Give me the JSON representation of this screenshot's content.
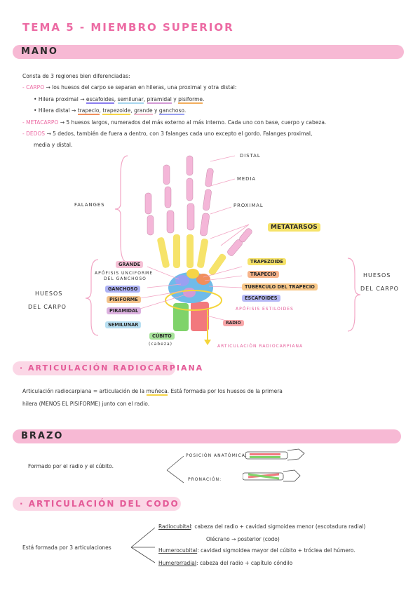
{
  "title": "TEMA 5 - MIEMBRO SUPERIOR",
  "mano": {
    "header": "MANO",
    "intro": "Consta de 3 regiones bien diferenciadas:",
    "carpo_key": "CARPO",
    "carpo_text": "los huesos del carpo se separan en hileras, una proximal y otra distal:",
    "hilera_proximal_key": "Hilera proximal",
    "hilera_proximal_items": [
      "escafoides",
      "semilunar",
      "piramidal",
      "pisiforme"
    ],
    "hilera_distal_key": "Hilera distal",
    "hilera_distal_items": [
      "trapecio",
      "trapezoide",
      "grande",
      "ganchoso"
    ],
    "y": "y",
    "metacarpo_key": "METACARPO",
    "metacarpo_text": "5 huesos largos, numerados del más externo al más interno. Cada uno con base, cuerpo y cabeza.",
    "dedos_key": "DEDOS",
    "dedos_text_1": "5 dedos, también de fuera a dentro, con 3 falanges cada uno excepto el gordo. Falanges proximal,",
    "dedos_text_2": "media y distal."
  },
  "diagram": {
    "distal": "DISTAL",
    "media": "MEDIA",
    "proximal": "PROXIMAL",
    "falanges": "FALANGES",
    "metatarsos": "METATARSOS",
    "huesos_carpo_left_1": "HUESOS",
    "huesos_carpo_left_2": "DEL CARPO",
    "huesos_carpo_right_1": "HUESOS",
    "huesos_carpo_right_2": "DEL CARPO",
    "grande": "GRANDE",
    "apofisis_1": "APÓFISIS UNCIFORME",
    "apofisis_2": "DEL GANCHOSO",
    "ganchoso": "GANCHOSO",
    "pisiforme": "PISIFORME",
    "piramidal": "PIRAMIDAL",
    "semilunar": "SEMILUNAR",
    "cubito": "CÚBITO",
    "cabeza": "(cabeza)",
    "trapezoide": "TRAPEZOIDE",
    "trapecio": "TRAPECIO",
    "tuberculo": "TUBÉRCULO DEL TRAPECIO",
    "escafoides": "ESCAFOIDES",
    "apofisis_estiloides": "APÓFISIS ESTILOIDES",
    "radio": "RADIO",
    "articulacion": "ARTICULACIÓN RADIOCARPIANA"
  },
  "radiocarpiana": {
    "header": "· ARTICULACIÓN RADIOCARPIANA",
    "text_1a": "Articulación radiocarpiana = articulación de la",
    "text_1b": "muñeca",
    "text_1c": ". Está formada por los huesos de la primera",
    "text_2": "hilera (MENOS EL PISIFORME) junto con el radio."
  },
  "brazo": {
    "header": "BRAZO",
    "text": "Formado por el radio y el cúbito.",
    "posicion": "POSICIÓN ANATÓMICA:",
    "pronacion": "PRONACIÓN:"
  },
  "codo": {
    "header": "· ARTICULACIÓN DEL CODO",
    "text": "Está formada por 3 articulaciones",
    "a1_key": "Radiocubital",
    "a1_text": ": cabeza del radio + cavidad sigmoidea menor (escotadura radial)",
    "a1_sub": "Olécrano → posterior (codo)",
    "a2_key": "Humerocubital",
    "a2_text": ": cavidad sigmoidea mayor del cúbito + tróclea del húmero.",
    "a3_key": "Humerorradial",
    "a3_text": ": cabeza del radio + capítulo cóndilo"
  },
  "colors": {
    "accent": "#ec6aa3",
    "band": "#f7b9d4"
  }
}
